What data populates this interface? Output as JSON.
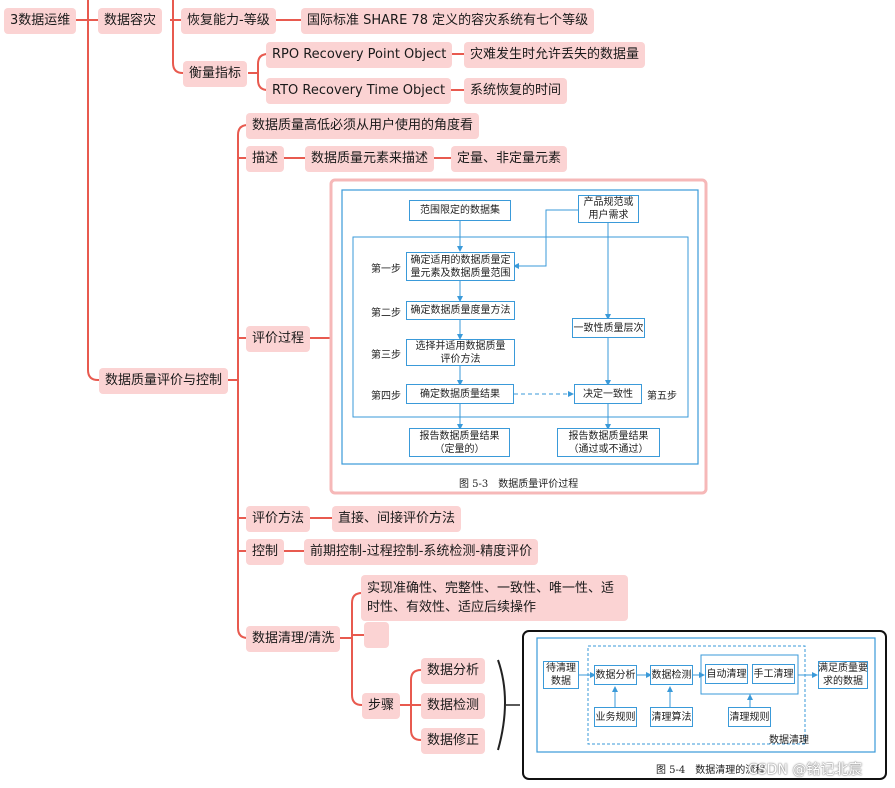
{
  "mindmap": {
    "ops": "3数据运维",
    "disaster": "数据容灾",
    "recovery_level": "恢复能力-等级",
    "share78": "国际标准 SHARE 78 定义的容灾系统有七个等级",
    "metrics": "衡量指标",
    "rpo": "RPO Recovery Point Object",
    "rpo_desc": "灾难发生时允许丢失的数据量",
    "rto": "RTO Recovery Time Object",
    "rto_desc": "系统恢复的时间",
    "quality": "数据质量评价与控制",
    "quality_view": "数据质量高低必须从用户使用的角度看",
    "describe": "描述",
    "describe_elem": "数据质量元素来描述",
    "describe_type": "定量、非定量元素",
    "eval_process": "评价过程",
    "eval_method": "评价方法",
    "eval_method_desc": "直接、间接评价方法",
    "control": "控制",
    "control_desc": "前期控制-过程控制-系统检测-精度评价",
    "cleaning": "数据清理/清洗",
    "cleaning_goal": "实现准确性、完整性、一致性、唯一性、适时性、有效性、适应后续操作",
    "cleaning_blank": "",
    "steps": "步骤",
    "step1": "数据分析",
    "step2": "数据检测",
    "step3": "数据修正"
  },
  "fig53": {
    "scope": "范围限定的数据集",
    "product": "产品规范或\n用户需求",
    "s1_label": "第一步",
    "s1": "确定适用的数据质量定\n量元素及数据质量范围",
    "s2_label": "第二步",
    "s2": "确定数据质量度量方法",
    "s3_label": "第三步",
    "s3": "选择并适用数据质量\n评价方法",
    "s4_label": "第四步",
    "s4": "确定数据质量结果",
    "level": "一致性质量层次",
    "s5": "决定一致性",
    "s5_label": "第五步",
    "report1": "报告数据质量结果\n（定量的）",
    "report2": "报告数据质量结果\n（通过或不通过）",
    "caption": "图 5-3　数据质量评价过程"
  },
  "fig54": {
    "pending": "待清理\n数据",
    "analysis": "数据分析",
    "detect": "数据检测",
    "auto": "自动清理",
    "manual": "手工清理",
    "result": "满足质量要\n求的数据",
    "biz_rules": "业务规则",
    "clean_algo": "清理算法",
    "clean_rules": "清理规则",
    "group_label": "数据清理",
    "caption": "图 5-4　数据清理的流程"
  },
  "watermark": "CSDN @铭记北宸",
  "colors": {
    "node_bg": "#fbd3d3",
    "line": "#e85a4f",
    "flow": "#3a9ad9"
  }
}
